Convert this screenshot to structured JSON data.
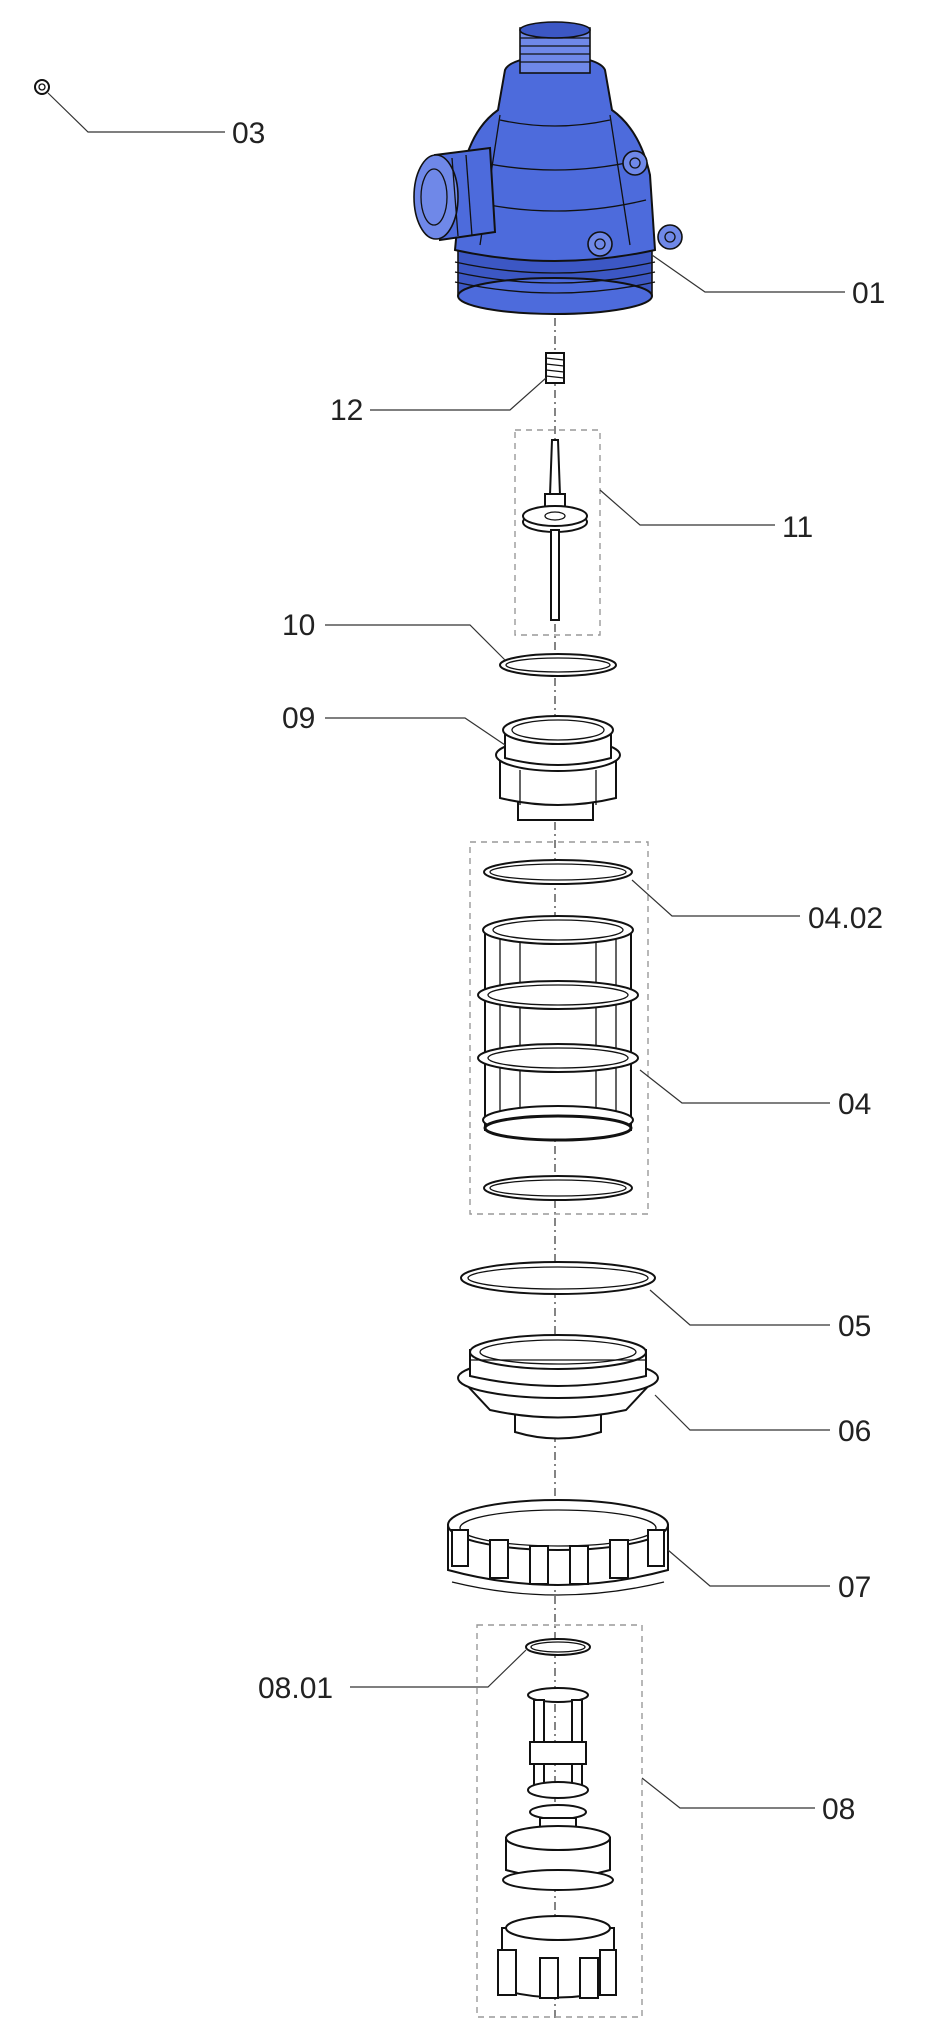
{
  "labels": {
    "p03": "03",
    "p01": "01",
    "p12": "12",
    "p11": "11",
    "p10": "10",
    "p09": "09",
    "p0402": "04.02",
    "p04": "04",
    "p05": "05",
    "p06": "06",
    "p07": "07",
    "p0801": "08.01",
    "p08": "08"
  },
  "colors": {
    "housing": "#4d6bdc",
    "outline": "#111111",
    "background": "#ffffff"
  }
}
